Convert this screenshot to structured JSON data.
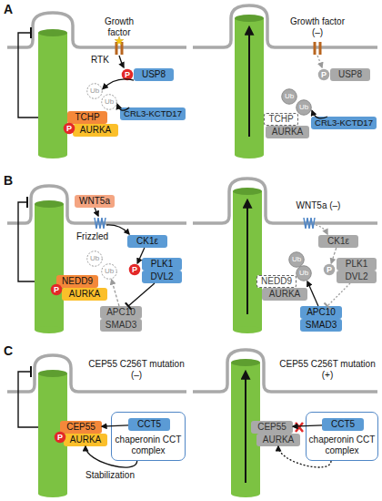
{
  "diagram": {
    "nodes": [
      {
        "text": [
          "P"
        ]
      },
      {
        "text": [
          "USP8"
        ]
      },
      {
        "text": [
          "Ub"
        ]
      },
      {
        "text": [
          "Ub"
        ]
      },
      {
        "text": [
          "TCHP"
        ]
      },
      {
        "text": [
          "P"
        ]
      },
      {
        "text": [
          "AURKA"
        ]
      },
      {
        "text": [
          "CRL3-KCTD17"
        ]
      },
      {
        "text": [
          "P"
        ]
      },
      {
        "text": [
          "USP8"
        ]
      },
      {
        "text": [
          "Ub"
        ]
      },
      {
        "text": [
          "Ub"
        ]
      },
      {
        "text": [
          "TCHP"
        ]
      },
      {
        "text": [
          "AURKA"
        ]
      },
      {
        "text": [
          "CRL3-KCTD17"
        ]
      },
      {
        "text": [
          "WNT5a"
        ]
      },
      {
        "text": [
          "CK1ε"
        ]
      },
      {
        "text": [
          "P"
        ]
      },
      {
        "text": [
          "PLK1"
        ]
      },
      {
        "text": [
          "DVL2"
        ]
      },
      {
        "text": [
          "Ub"
        ]
      },
      {
        "text": [
          "Ub"
        ]
      },
      {
        "text": [
          "NEDD9"
        ]
      },
      {
        "text": [
          "P"
        ]
      },
      {
        "text": [
          "AURKA"
        ]
      },
      {
        "text": [
          "APC10"
        ]
      },
      {
        "text": [
          "SMAD3"
        ]
      },
      {
        "text": [
          "CK1ε"
        ]
      },
      {
        "text": [
          "P"
        ]
      },
      {
        "text": [
          "PLK1"
        ]
      },
      {
        "text": [
          "DVL2"
        ]
      },
      {
        "text": [
          "Ub"
        ]
      },
      {
        "text": [
          "Ub"
        ]
      },
      {
        "text": [
          "NEDD9"
        ]
      },
      {
        "text": [
          "AURKA"
        ]
      },
      {
        "text": [
          "APC10"
        ]
      },
      {
        "text": [
          "SMAD3"
        ]
      },
      {
        "text": [
          "CEP55"
        ]
      },
      {
        "text": [
          "P"
        ]
      },
      {
        "text": [
          "AURKA"
        ]
      },
      {
        "text": [
          "chaperonin CCT complex"
        ]
      },
      {
        "text": [
          "CCT5"
        ],
        "in": 40
      },
      {
        "text": [
          "CEP55"
        ]
      },
      {
        "text": [
          "AURKA"
        ]
      },
      {
        "text": [
          "chaperonin CCT complex"
        ]
      },
      {
        "text": [
          "CCT5"
        ],
        "in": 44
      }
    ],
    "edges": [
      {
        "from": 1,
        "to": 2,
        "arrow": "to"
      },
      {
        "from": 7,
        "to": 3,
        "arrow": "to"
      },
      {
        "from": 14,
        "to": 11,
        "arrow": "to"
      },
      {
        "from": 16,
        "to": 17,
        "arrow": "to"
      },
      {
        "from": 19,
        "to": 25,
        "arrow": "to"
      },
      {
        "from": 25,
        "to": 20,
        "arrow": "to"
      },
      {
        "from": 27,
        "to": 28,
        "arrow": "to"
      },
      {
        "from": 35,
        "to": 31,
        "arrow": "to"
      },
      {
        "from": 41,
        "to": 37,
        "arrow": "to"
      },
      {
        "from": 40,
        "to": 39,
        "arrow": "to",
        "label": "Stabilization"
      },
      {
        "from": 45,
        "to": 42,
        "arrow": "to"
      },
      {
        "from": 44,
        "to": 43,
        "arrow": "to"
      },
      {
        "from": 30,
        "to": 35,
        "arrow": "to"
      }
    ],
    "labels": [
      "A",
      "Growth factor",
      "RTK",
      "Growth factor (–)",
      "B",
      "Frizzled",
      "WNT5a (–)",
      "C",
      "CEP55 C256T mutation (–)",
      "CEP55 C256T mutation (+)"
    ]
  }
}
